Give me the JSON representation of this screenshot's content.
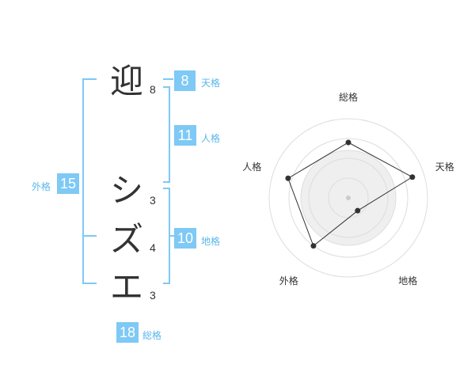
{
  "name_chars": [
    {
      "char": "迎",
      "strokes": "8"
    },
    {
      "char": "シ",
      "strokes": "3"
    },
    {
      "char": "ズ",
      "strokes": "4"
    },
    {
      "char": "エ",
      "strokes": "3"
    }
  ],
  "fortune": {
    "tenkaku": {
      "label": "天格",
      "value": "8"
    },
    "jinkaku": {
      "label": "人格",
      "value": "11"
    },
    "chikaku": {
      "label": "地格",
      "value": "10"
    },
    "gaikaku": {
      "label": "外格",
      "value": "15"
    },
    "soukaku": {
      "label": "総格",
      "value": "18"
    }
  },
  "colors": {
    "bracket": "#7ec9f5",
    "badge": "#7ec9f5",
    "label": "#5bb6ea",
    "radar_fill": "#efefef",
    "radar_line": "#333333"
  },
  "chart_data": {
    "type": "radar",
    "axes": [
      "総格",
      "天格",
      "地格",
      "外格",
      "人格"
    ],
    "values": [
      0.7,
      0.85,
      0.2,
      0.75,
      0.8
    ],
    "rmax": 1,
    "rings": 4
  }
}
